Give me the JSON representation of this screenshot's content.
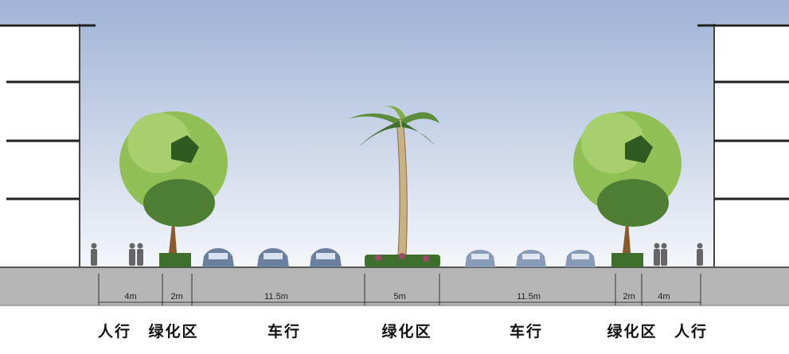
{
  "colors": {
    "sky_top": "#9fb3d6",
    "sky_bottom": "#f4f6fa",
    "road": "#b6b6b6",
    "building": "#ffffff",
    "foliage": "#8fbf55",
    "foliage_dark": "#3f6f2c",
    "trunk": "#8a5a2b",
    "car": "#6b7f9e"
  },
  "segments": [
    {
      "id": "sidewalk-left",
      "width_label": "4m"
    },
    {
      "id": "green-left",
      "width_label": "2m"
    },
    {
      "id": "lanes-left",
      "width_label": "11.5m"
    },
    {
      "id": "median",
      "width_label": "5m"
    },
    {
      "id": "lanes-right",
      "width_label": "11.5m"
    },
    {
      "id": "green-right",
      "width_label": "2m"
    },
    {
      "id": "sidewalk-right",
      "width_label": "4m"
    }
  ],
  "zone_labels": {
    "sidewalk_left": "人行",
    "green_left": "绿化区",
    "lanes_left": "车行",
    "median": "绿化区",
    "lanes_right": "车行",
    "green_right": "绿化区",
    "sidewalk_right": "人行"
  }
}
